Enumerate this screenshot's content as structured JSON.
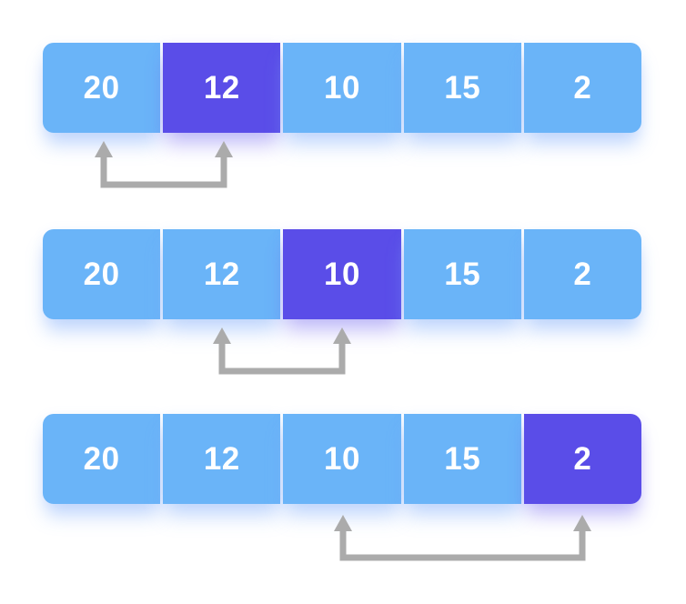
{
  "colors": {
    "cell_blue": "#6ab4f8",
    "cell_highlight": "#5a4de8",
    "arrow_gray": "#ababab",
    "digit_white": "#ffffff",
    "canvas_bg": "#ffffff"
  },
  "rows": [
    {
      "cells": [
        "20",
        "12",
        "10",
        "15",
        "2"
      ],
      "highlight_index": 1,
      "arrow_between": [
        0,
        1
      ]
    },
    {
      "cells": [
        "20",
        "12",
        "10",
        "15",
        "2"
      ],
      "highlight_index": 2,
      "arrow_between": [
        1,
        2
      ]
    },
    {
      "cells": [
        "20",
        "12",
        "10",
        "15",
        "2"
      ],
      "highlight_index": 4,
      "arrow_between": [
        2,
        4
      ]
    }
  ]
}
